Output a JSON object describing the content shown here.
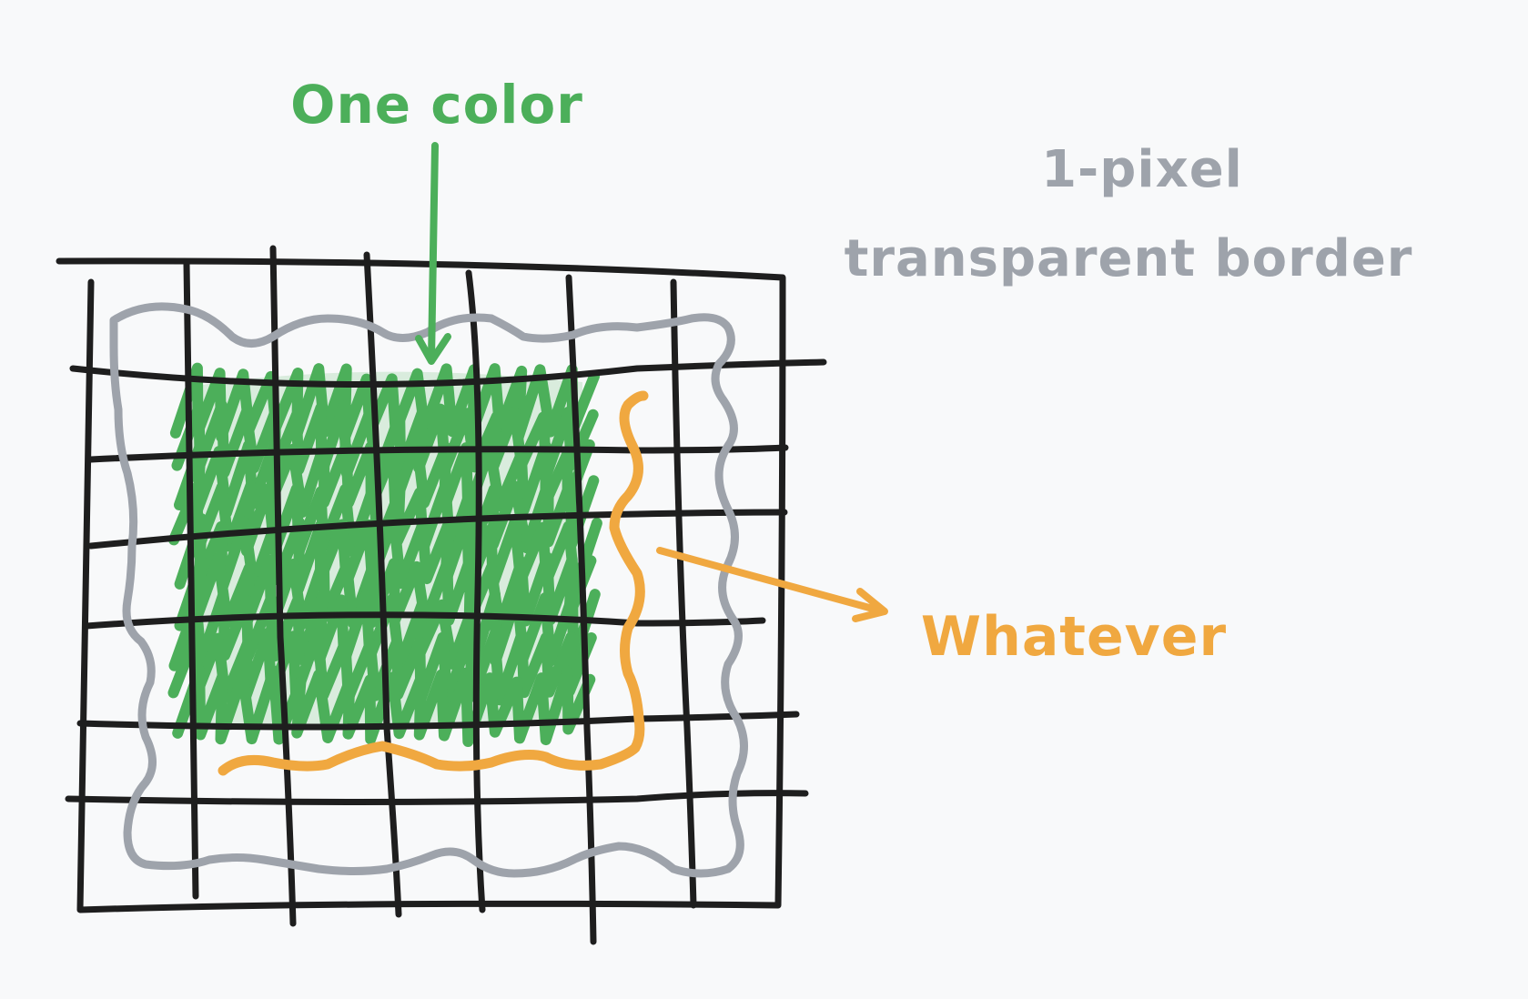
{
  "labels": {
    "one_color": "One color",
    "border_line1": "1-pixel",
    "border_line2": "transparent border",
    "whatever": "Whatever"
  },
  "colors": {
    "background": "#f8f9fa",
    "grid": "#1e1e1e",
    "green": "#4caf5a",
    "gray": "#9ea3ab",
    "orange": "#f0a840"
  },
  "grid": {
    "columns": 8,
    "rows": 8
  }
}
